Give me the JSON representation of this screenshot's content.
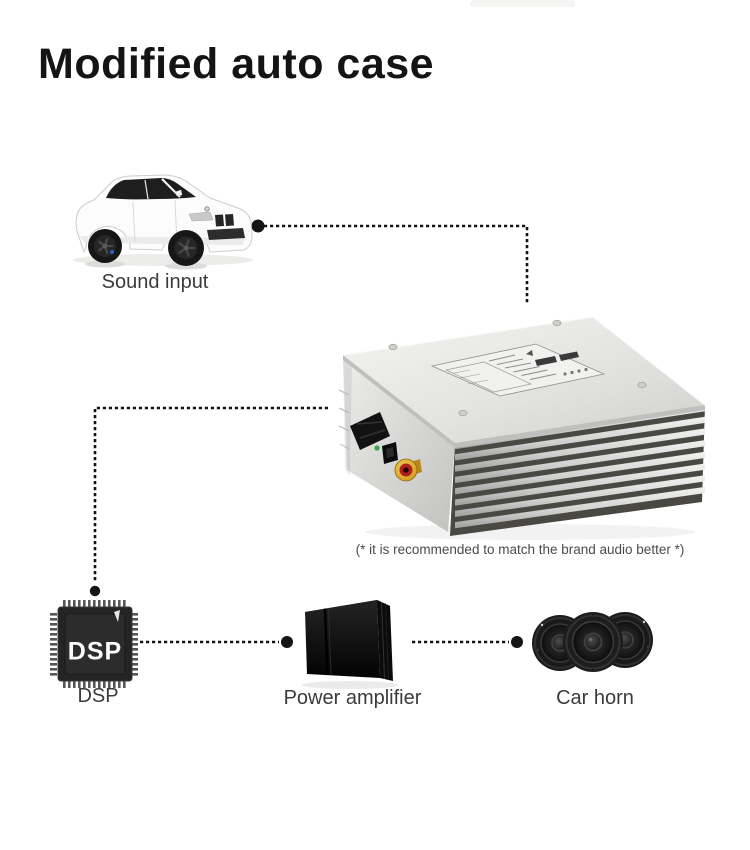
{
  "title": "Modified auto case",
  "note": "(* it is recommended to match the brand audio better *)",
  "nodes": {
    "sound_input": {
      "label": "Sound input",
      "icon": "white-sedan-car"
    },
    "amplifier": {
      "icon": "silver-heatsink-amplifier"
    },
    "dsp": {
      "label": "DSP",
      "chip_marking": "DSP",
      "icon": "dsp-chip"
    },
    "power_amplifier": {
      "label": "Power amplifier",
      "icon": "black-amplifier-box"
    },
    "car_horn": {
      "label": "Car horn",
      "icon": "three-round-speakers"
    }
  },
  "connections": [
    {
      "from": "sound_input",
      "to": "amplifier",
      "style": "dotted"
    },
    {
      "from": "amplifier",
      "to": "dsp",
      "style": "dotted"
    },
    {
      "from": "dsp",
      "to": "power_amplifier",
      "style": "dotted"
    },
    {
      "from": "power_amplifier",
      "to": "car_horn",
      "style": "dotted"
    }
  ],
  "colors": {
    "background": "#ffffff",
    "title_text": "#141414",
    "label_text": "#3b3b3b",
    "note_text": "#4b4b4b",
    "connector_line": "#141414",
    "amplifier_silver": "#d9d9d7",
    "rca_gold": "#d9a520",
    "rca_ring_red": "#b02020",
    "led_green": "#35a845"
  }
}
